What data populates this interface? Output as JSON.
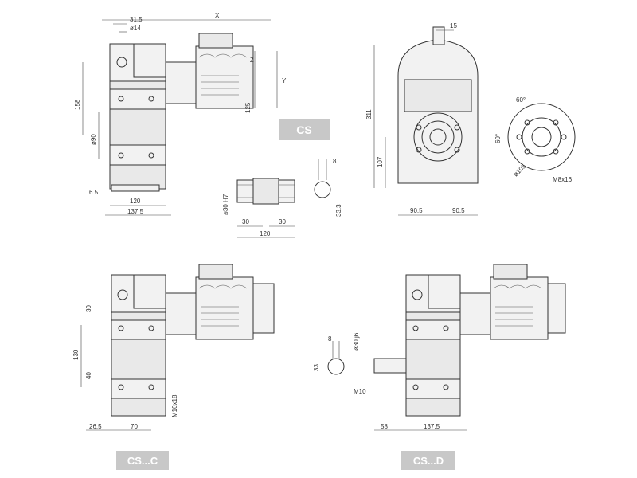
{
  "labels": {
    "cs": "CS",
    "csc": "CS...C",
    "csd": "CS...D"
  },
  "top_left_dims": {
    "x": "X",
    "d31_5": "31.5",
    "d14": "ø14",
    "z": "Z",
    "y": "Y",
    "d158": "158",
    "d125": "125",
    "d90": "ø90",
    "d6_5": "6.5",
    "d120": "120",
    "d137_5": "137.5"
  },
  "shaft_dims": {
    "d8": "8",
    "d30h7": "ø30 H7",
    "d30a": "30",
    "d30b": "30",
    "d120": "120",
    "d33_3": "33.3"
  },
  "front_dims": {
    "d15": "15",
    "d311": "311",
    "d107": "107",
    "d90_5a": "90.5",
    "d90_5b": "90.5"
  },
  "flange_dims": {
    "a60a": "60°",
    "a60b": "60°",
    "d105": "ø105",
    "m8": "M8x16"
  },
  "csc_dims": {
    "d30": "30",
    "d130": "130",
    "d40": "40",
    "m10": "M10x18",
    "d26_5": "26.5",
    "d70": "70"
  },
  "csd_dims": {
    "d8": "8",
    "d30j6": "ø30 j6",
    "d33": "33",
    "m10": "M10",
    "d58": "58",
    "d137_5": "137.5"
  }
}
